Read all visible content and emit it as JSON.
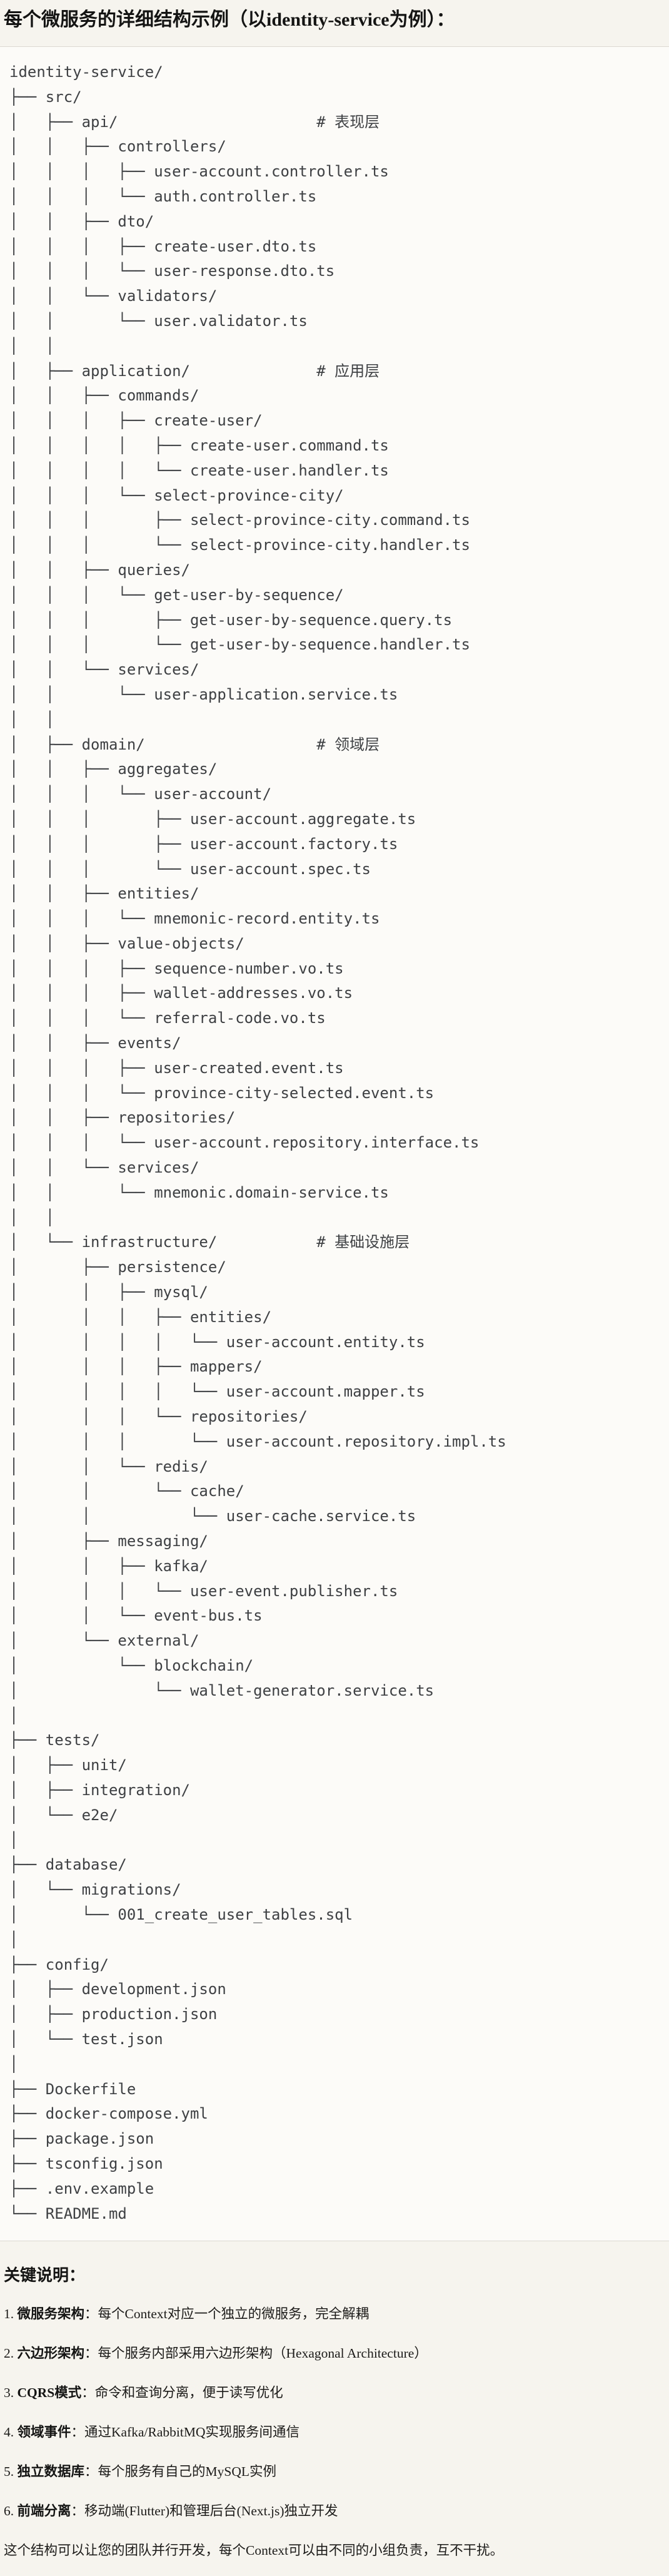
{
  "title": "每个微服务的详细结构示例（以identity-service为例）：",
  "colors": {
    "page_background": "#f6f4ee",
    "code_background": "#fcfbf8",
    "code_border": "#dcd9d1",
    "code_text": "#3e4043",
    "body_text": "#1c1b19"
  },
  "tree_lines": [
    "identity-service/",
    "├── src/",
    "│   ├── api/                      # 表现层",
    "│   │   ├── controllers/",
    "│   │   │   ├── user-account.controller.ts",
    "│   │   │   └── auth.controller.ts",
    "│   │   ├── dto/",
    "│   │   │   ├── create-user.dto.ts",
    "│   │   │   └── user-response.dto.ts",
    "│   │   └── validators/",
    "│   │       └── user.validator.ts",
    "│   │",
    "│   ├── application/              # 应用层",
    "│   │   ├── commands/",
    "│   │   │   ├── create-user/",
    "│   │   │   │   ├── create-user.command.ts",
    "│   │   │   │   └── create-user.handler.ts",
    "│   │   │   └── select-province-city/",
    "│   │   │       ├── select-province-city.command.ts",
    "│   │   │       └── select-province-city.handler.ts",
    "│   │   ├── queries/",
    "│   │   │   └── get-user-by-sequence/",
    "│   │   │       ├── get-user-by-sequence.query.ts",
    "│   │   │       └── get-user-by-sequence.handler.ts",
    "│   │   └── services/",
    "│   │       └── user-application.service.ts",
    "│   │",
    "│   ├── domain/                   # 领域层",
    "│   │   ├── aggregates/",
    "│   │   │   └── user-account/",
    "│   │   │       ├── user-account.aggregate.ts",
    "│   │   │       ├── user-account.factory.ts",
    "│   │   │       └── user-account.spec.ts",
    "│   │   ├── entities/",
    "│   │   │   └── mnemonic-record.entity.ts",
    "│   │   ├── value-objects/",
    "│   │   │   ├── sequence-number.vo.ts",
    "│   │   │   ├── wallet-addresses.vo.ts",
    "│   │   │   └── referral-code.vo.ts",
    "│   │   ├── events/",
    "│   │   │   ├── user-created.event.ts",
    "│   │   │   └── province-city-selected.event.ts",
    "│   │   ├── repositories/",
    "│   │   │   └── user-account.repository.interface.ts",
    "│   │   └── services/",
    "│   │       └── mnemonic.domain-service.ts",
    "│   │",
    "│   └── infrastructure/           # 基础设施层",
    "│       ├── persistence/",
    "│       │   ├── mysql/",
    "│       │   │   ├── entities/",
    "│       │   │   │   └── user-account.entity.ts",
    "│       │   │   ├── mappers/",
    "│       │   │   │   └── user-account.mapper.ts",
    "│       │   │   └── repositories/",
    "│       │   │       └── user-account.repository.impl.ts",
    "│       │   └── redis/",
    "│       │       └── cache/",
    "│       │           └── user-cache.service.ts",
    "│       ├── messaging/",
    "│       │   ├── kafka/",
    "│       │   │   └── user-event.publisher.ts",
    "│       │   └── event-bus.ts",
    "│       └── external/",
    "│           └── blockchain/",
    "│               └── wallet-generator.service.ts",
    "│",
    "├── tests/",
    "│   ├── unit/",
    "│   ├── integration/",
    "│   └── e2e/",
    "│",
    "├── database/",
    "│   └── migrations/",
    "│       └── 001_create_user_tables.sql",
    "│",
    "├── config/",
    "│   ├── development.json",
    "│   ├── production.json",
    "│   └── test.json",
    "│",
    "├── Dockerfile",
    "├── docker-compose.yml",
    "├── package.json",
    "├── tsconfig.json",
    "├── .env.example",
    "└── README.md"
  ],
  "notes": {
    "heading": "关键说明：",
    "items": [
      {
        "num": "1. ",
        "term": "微服务架构",
        "desc": "：每个Context对应一个独立的微服务，完全解耦"
      },
      {
        "num": "2. ",
        "term": "六边形架构",
        "desc": "：每个服务内部采用六边形架构（Hexagonal Architecture）"
      },
      {
        "num": "3. ",
        "term": "CQRS模式",
        "desc": "：命令和查询分离，便于读写优化"
      },
      {
        "num": "4. ",
        "term": "领域事件",
        "desc": "：通过Kafka/RabbitMQ实现服务间通信"
      },
      {
        "num": "5. ",
        "term": "独立数据库",
        "desc": "：每个服务有自己的MySQL实例"
      },
      {
        "num": "6. ",
        "term": "前端分离",
        "desc": "：移动端(Flutter)和管理后台(Next.js)独立开发"
      }
    ]
  },
  "closing": "这个结构可以让您的团队并行开发，每个Context可以由不同的小组负责，互不干扰。"
}
